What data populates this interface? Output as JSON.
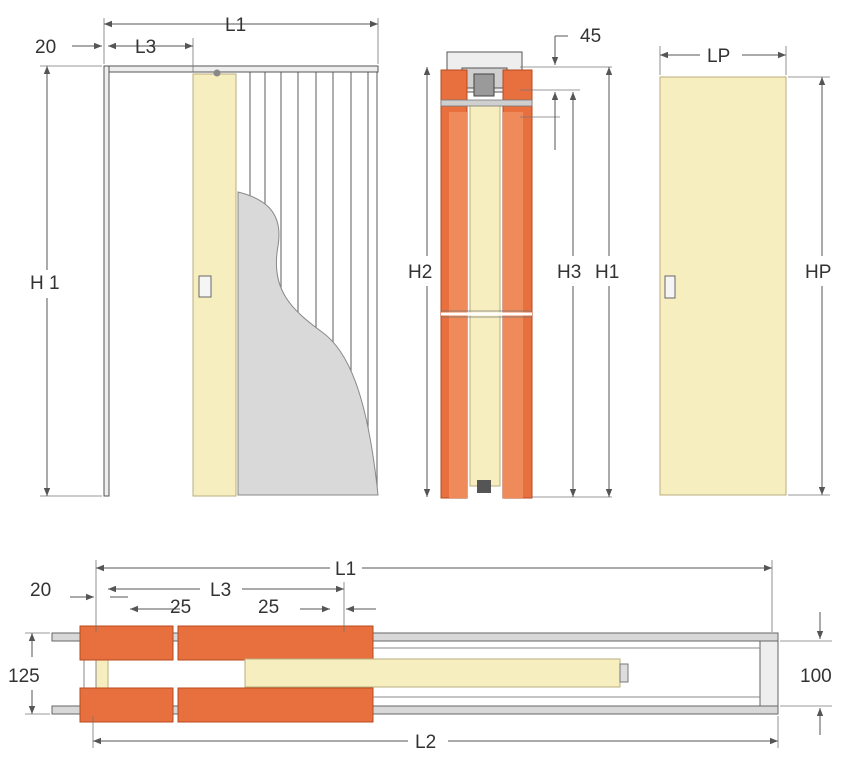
{
  "colors": {
    "door": "#f7eec0",
    "door_edge": "#b9ae7e",
    "frame": "#e8703e",
    "frame_dark": "#b84a1f",
    "wall": "#d9d9d9",
    "metal": "#c8c8c8",
    "line": "#555555"
  },
  "side_view": {
    "L1": "L1",
    "L3": "L3",
    "gap": "20",
    "H1": "H 1"
  },
  "section_view": {
    "top": "45",
    "H2": "H2",
    "H3": "H3",
    "H1": "H1"
  },
  "door_view": {
    "LP": "LP",
    "HP": "HP"
  },
  "plan_view": {
    "L1": "L1",
    "L3": "L3",
    "gap": "20",
    "inset_left": "25",
    "inset_right": "25",
    "depth_outer": "125",
    "depth_inner": "100",
    "L2": "L2"
  }
}
